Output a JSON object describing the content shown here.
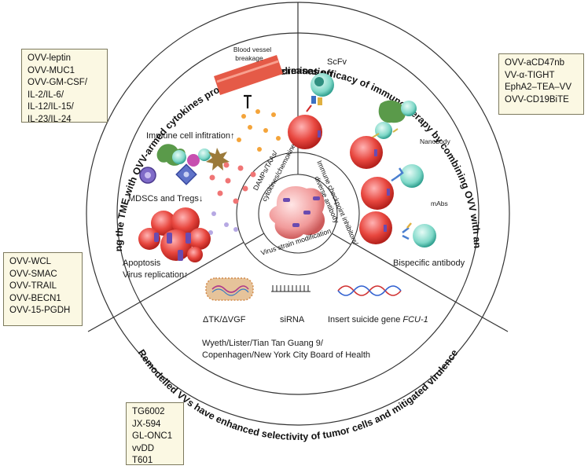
{
  "ring": {
    "targeting": "Targeting the TME with OVV-armed cytokines promotes tumor elimination",
    "efficacy": "Increases efficacy of immunotherapy by combining OVV with antibodies",
    "remodelled": "Remodelled VVs have enhanced selectivity of tumor cells and mitigated virulence"
  },
  "inner_ring": {
    "damps": "DAMPs/TAAs/",
    "cytokines": "cytokines/chemokines",
    "checkpoint": "Immune checkpoint inhibitors/",
    "diverse": "diverse antibody",
    "strain": "Virus strain modification"
  },
  "left_sector": {
    "blood_vessel_1": "Blood vessel",
    "blood_vessel_2": "breakage",
    "immune_infiltration": "Immune cell infitration↑",
    "mdscs": "MDSCs and Tregs↓",
    "apoptosis": "Apoptosis",
    "virus_replication": "Virus replication↑"
  },
  "right_sector": {
    "scfv": "ScFv",
    "nanobody": "Nanobody",
    "mabs": "mAbs",
    "bispecific": "Bispecific antibody"
  },
  "bottom_sector": {
    "dtk": "ΔTK/ΔVGF",
    "sirna": "siRNA",
    "suicide_prefix": "Insert suicide gene ",
    "suicide_gene": "FCU-1",
    "strains_line1": "Wyeth/Lister/Tian Tan Guang 9/",
    "strains_line2": "Copenhagen/New York City Board of Health"
  },
  "boxes": {
    "cytokines": [
      "OVV-leptin",
      "OVV-MUC1",
      "OVV-GM-CSF/",
      "IL-2/IL-6/",
      "IL-12/IL-15/",
      "IL-23/IL-24"
    ],
    "antibodies": [
      "OVV-aCD47nb",
      "VV-α-TIGHT",
      "EphA2–TEA–VV",
      "OVV-CD19BiTE"
    ],
    "apoptosis": [
      "OVV-WCL",
      "OVV-SMAC",
      "OVV-TRAIL",
      "OVV-BECN1",
      "OVV-15-PGDH"
    ],
    "strains": [
      "TG6002",
      "JX-594",
      "GL-ONC1",
      "vvDD",
      "T601"
    ]
  },
  "colors": {
    "box_fill": "#fbf8e3",
    "tumor_red": "#e23a3a",
    "immune_teal": "#3bb8a8",
    "virus_purple": "#6a4bb0"
  }
}
